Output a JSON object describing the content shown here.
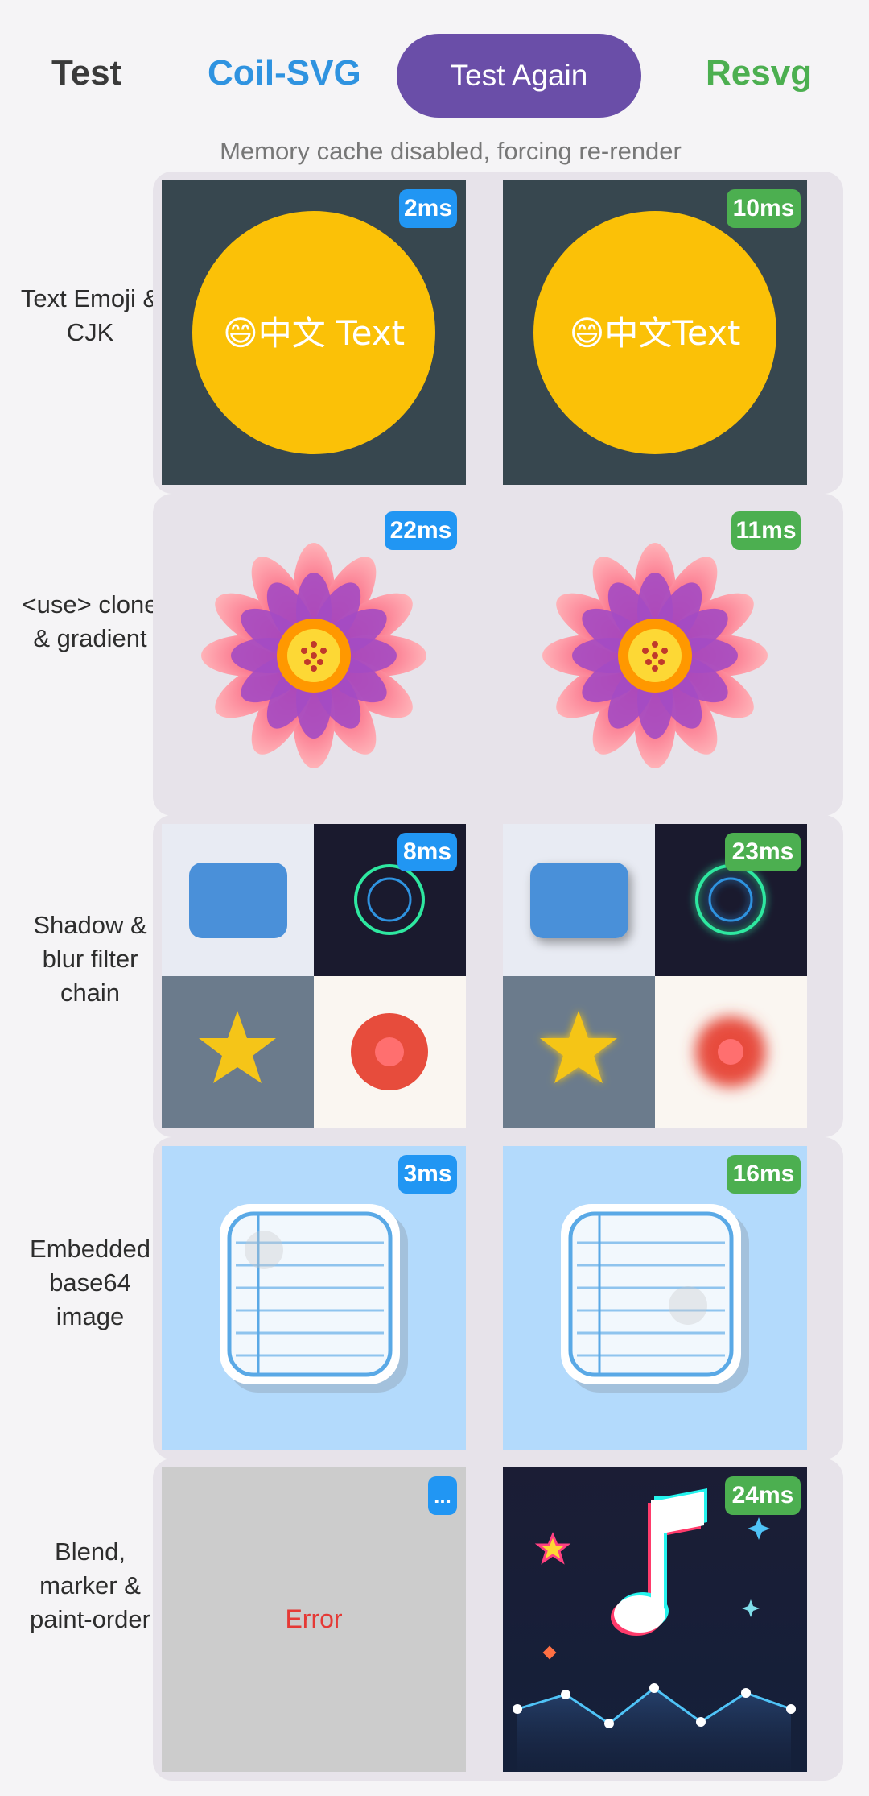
{
  "header": {
    "test_label": "Test",
    "coil_label": "Coil-SVG",
    "button_label": "Test Again",
    "resvg_label": "Resvg",
    "subtitle": "Memory cache disabled, forcing re-render"
  },
  "colors": {
    "primary": "#6a4ea8",
    "coil_blue": "#2196f3",
    "resvg_green": "#4caf50",
    "error_red": "#e53935"
  },
  "rows": [
    {
      "label": "Text Emoji & CJK",
      "left_badge": "2ms",
      "right_badge": "10ms",
      "left_text": "😄中文 Text",
      "right_text": "😄中文Text"
    },
    {
      "label": "<use> clone & gradient",
      "left_badge": "22ms",
      "right_badge": "11ms"
    },
    {
      "label": "Shadow & blur filter chain",
      "left_badge": "8ms",
      "right_badge": "23ms"
    },
    {
      "label": "Embedded base64 image",
      "left_badge": "3ms",
      "right_badge": "16ms"
    },
    {
      "label": "Blend, marker & paint-order",
      "left_badge": "...",
      "right_badge": "24ms",
      "left_error": "Error"
    }
  ]
}
